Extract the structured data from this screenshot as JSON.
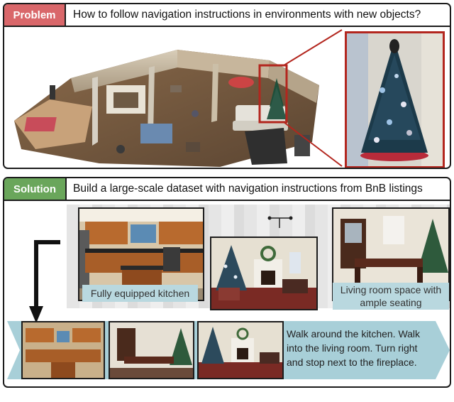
{
  "problem": {
    "tag": "Problem",
    "question": "How to follow navigation instructions in environments with new objects?",
    "scene": "3d-house-mesh",
    "zoom_subject": "christmas-tree"
  },
  "solution": {
    "tag": "Solution",
    "statement": "Build a large-scale dataset with navigation instructions from BnB listings",
    "captions": {
      "kitchen": "Fully equipped kitchen",
      "living": "Living room space with ample seating"
    },
    "instruction": "Walk around the kitchen. Walk into the living room. Turn right and stop next to the fireplace."
  },
  "colors": {
    "problem_tag": "#d9676a",
    "solution_tag": "#6aa65b",
    "caption_bg": "#b9d8df",
    "banner_bg": "#a8cfd8",
    "zoom_frame": "#b3261e"
  }
}
